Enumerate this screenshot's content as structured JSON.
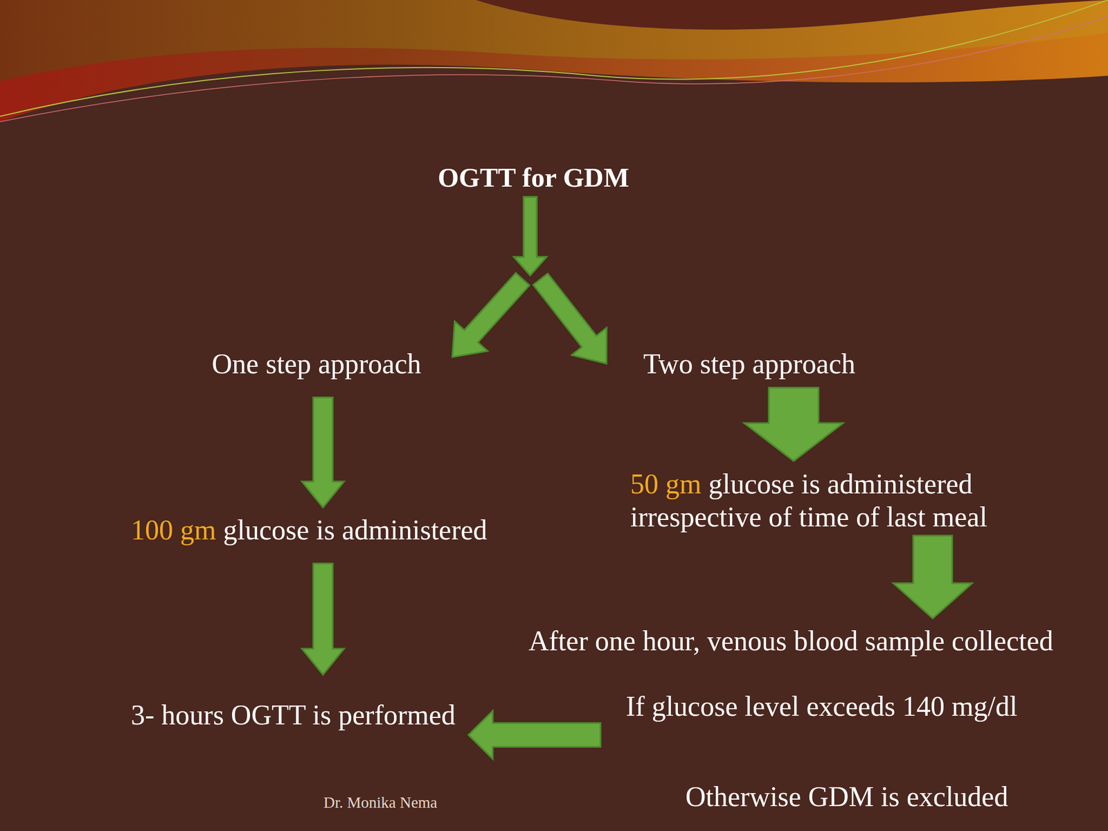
{
  "diagram": {
    "nodes": [
      {
        "text": [
          "OGTT for GDM"
        ]
      },
      {
        "text": [
          "One step approach"
        ]
      },
      {
        "text": [
          "Two step approach"
        ]
      },
      {
        "text": [
          "100 gm",
          "glucose is administered"
        ]
      },
      {
        "text": [
          "50 gm",
          "glucose is administered irrespective of time of last meal"
        ]
      },
      {
        "text": [
          "After one hour, venous blood sample collected"
        ]
      },
      {
        "text": [
          "If glucose level exceeds 140 mg/dl"
        ]
      },
      {
        "text": [
          "3- hours OGTT is performed"
        ]
      },
      {
        "text": [
          "Otherwise GDM is excluded"
        ]
      }
    ],
    "edges": [
      {
        "from": 0,
        "to": 1,
        "arrow": "to"
      },
      {
        "from": 0,
        "to": 2,
        "arrow": "to"
      },
      {
        "from": 1,
        "to": 3,
        "arrow": "to"
      },
      {
        "from": 3,
        "to": 7,
        "arrow": "to"
      },
      {
        "from": 2,
        "to": 4,
        "arrow": "to"
      },
      {
        "from": 4,
        "to": 5,
        "arrow": "to"
      },
      {
        "from": 6,
        "to": 7,
        "arrow": "to"
      }
    ],
    "labels": [
      "Dr. Monika Nema"
    ]
  }
}
